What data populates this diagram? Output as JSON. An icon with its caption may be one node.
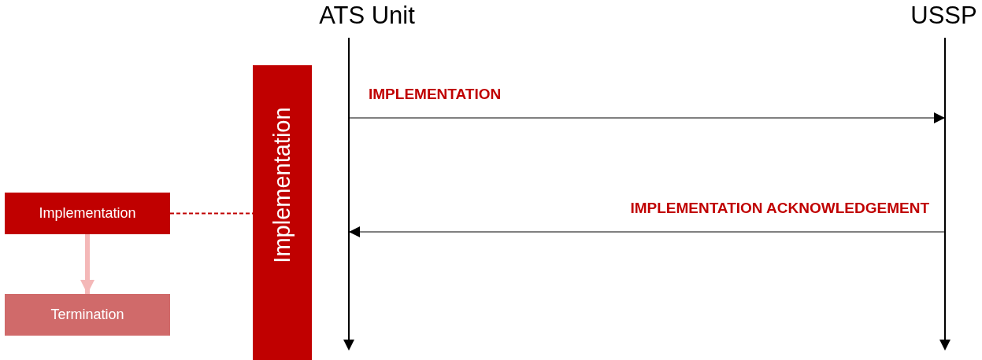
{
  "diagram": {
    "nodes": [
      {
        "text": [
          "ATS Unit"
        ]
      },
      {
        "text": [
          "USSP"
        ]
      },
      {
        "text": [
          "Implementation"
        ]
      },
      {
        "text": [
          "Implementation"
        ]
      },
      {
        "text": [
          "Termination"
        ]
      }
    ],
    "edges": [
      {
        "from": 0,
        "to": 1,
        "arrow": "to",
        "label": "IMPLEMENTATION"
      },
      {
        "from": 1,
        "to": 0,
        "arrow": "to",
        "label": "IMPLEMENTATION ACKNOWLEDGEMENT"
      },
      {
        "from": 3,
        "to": 2,
        "arrow": "none",
        "style": "dashed",
        "color": "#c00000"
      },
      {
        "from": 3,
        "to": 4,
        "arrow": "to",
        "style": "thick",
        "color": "#f4b8b8"
      }
    ]
  }
}
